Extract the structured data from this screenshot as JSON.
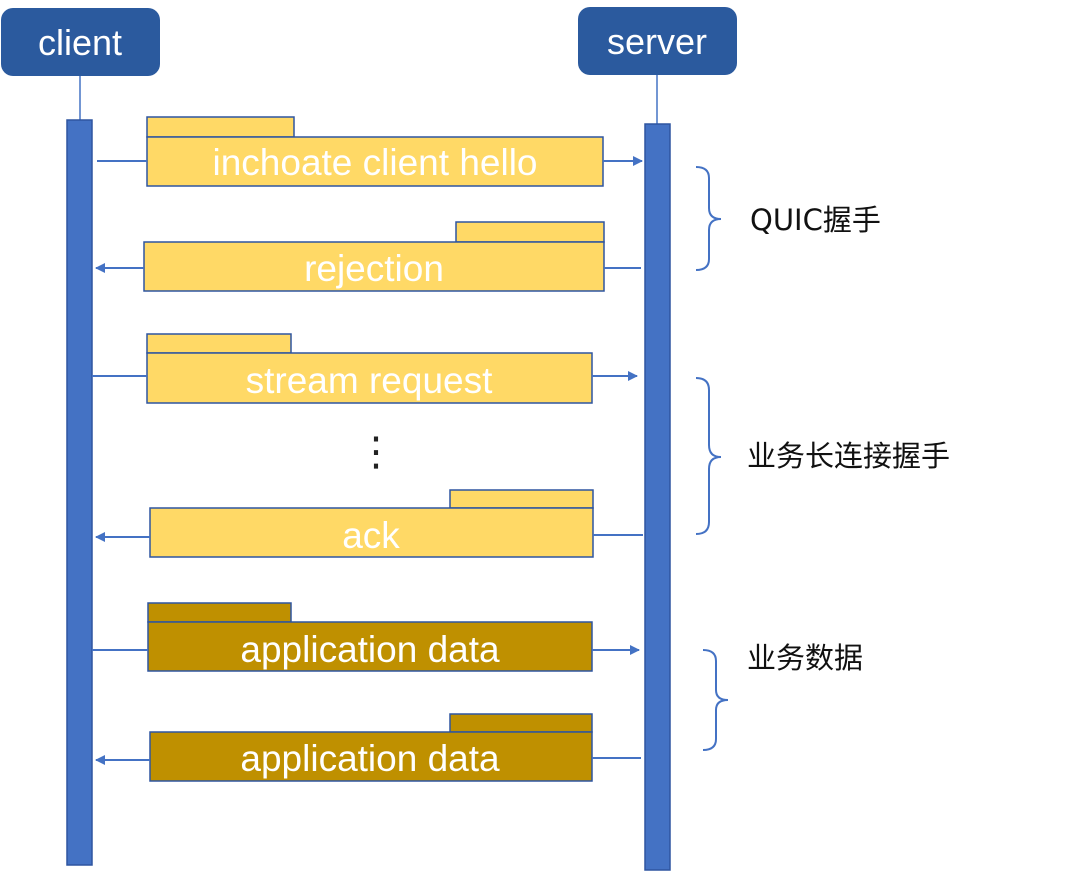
{
  "actors": {
    "client": "client",
    "server": "server"
  },
  "messages": [
    {
      "label": "inchoate client hello",
      "direction": "to-server",
      "style": "light"
    },
    {
      "label": "rejection",
      "direction": "to-client",
      "style": "light"
    },
    {
      "label": "stream request",
      "direction": "to-server",
      "style": "light"
    },
    {
      "label": "ack",
      "direction": "to-client",
      "style": "light"
    },
    {
      "label": "application data",
      "direction": "to-server",
      "style": "dark"
    },
    {
      "label": "application data",
      "direction": "to-client",
      "style": "dark"
    }
  ],
  "ellipsis": "⋮",
  "phases": [
    {
      "label": "QUIC握手"
    },
    {
      "label": "业务长连接握手"
    },
    {
      "label": "业务数据"
    }
  ],
  "colors": {
    "actor_box": "#2b5a9e",
    "lifeline_bar": "#4472c4",
    "connector": "#4472c4",
    "message_light": "#ffd966",
    "message_dark": "#bf9000",
    "message_border": "#2e55a0",
    "phase_bracket": "#4472c4"
  }
}
